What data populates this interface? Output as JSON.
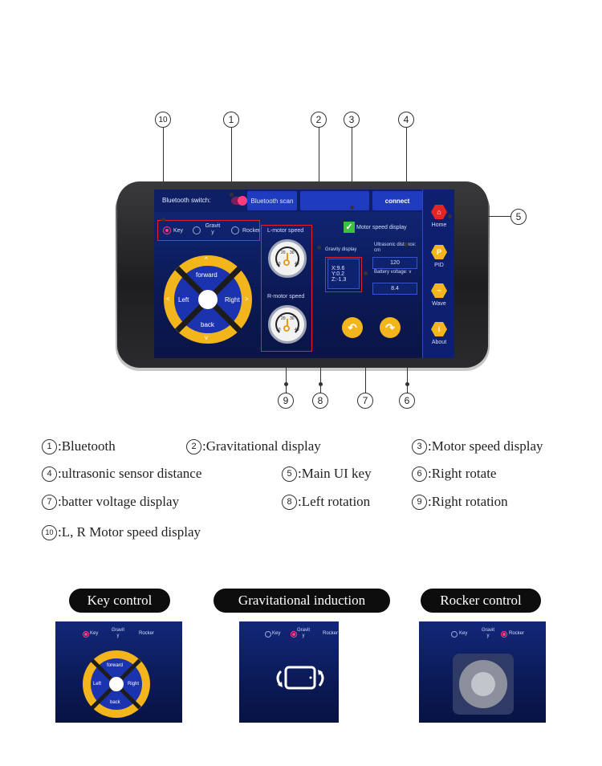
{
  "app": {
    "bluetooth_switch_label": "Bluetooth switch:",
    "bluetooth_scan_label": "Bluetooth scan",
    "connect_label": "connect",
    "modes": [
      "Key",
      "Gravit\ny",
      "Rocker"
    ],
    "selected_mode": "Key",
    "dpad": {
      "forward": "forward",
      "back": "back",
      "left": "Left",
      "right": "Right"
    },
    "l_motor_label": "L-motor speed",
    "r_motor_label": "R-motor speed",
    "gauge_ticks": [
      "10",
      "20",
      "30",
      "40"
    ],
    "motor_speed_display_label": "Motor speed display",
    "motor_speed_display_checked": true,
    "gravity_display_label": "Gravity display",
    "gravity_values": [
      "X:9.6",
      "Y:0.2",
      "Z:-1.3"
    ],
    "ultrasonic_label": "Ultrasonic distance: cm",
    "ultrasonic_value": "120",
    "battery_label": "Battery voltage: v",
    "battery_value": "8.4",
    "sidebar": [
      {
        "label": "Home",
        "icon": "home-icon"
      },
      {
        "label": "PID",
        "icon": "pid-icon"
      },
      {
        "label": "Wave",
        "icon": "wave-icon"
      },
      {
        "label": "About",
        "icon": "about-icon"
      }
    ]
  },
  "callouts": [
    "1",
    "2",
    "3",
    "4",
    "5",
    "6",
    "7",
    "8",
    "9",
    "10"
  ],
  "legend": [
    {
      "n": "1",
      "text": ":Bluetooth"
    },
    {
      "n": "2",
      "text": ":Gravitational display"
    },
    {
      "n": "3",
      "text": ":Motor speed display"
    },
    {
      "n": "4",
      "text": ":ultrasonic sensor distance"
    },
    {
      "n": "5",
      "text": ":Main UI key"
    },
    {
      "n": "6",
      "text": ":Right rotate"
    },
    {
      "n": "7",
      "text": ":batter voltage display"
    },
    {
      "n": "8",
      "text": ":Left rotation"
    },
    {
      "n": "9",
      "text": ":Right rotation"
    },
    {
      "n": "10",
      "text": ":L, R Motor speed display"
    }
  ],
  "modes_section": [
    {
      "title": "Key control"
    },
    {
      "title": "Gravitational induction"
    },
    {
      "title": "Rocker control"
    }
  ],
  "thumb_labels": {
    "key": "Key",
    "gravity": "Gravit\ny",
    "rocker": "Rocker"
  },
  "colors": {
    "accent": "#f3b51c",
    "screen": "#12277a",
    "highlight": "#e0202a",
    "active": "#ff3d7f"
  }
}
